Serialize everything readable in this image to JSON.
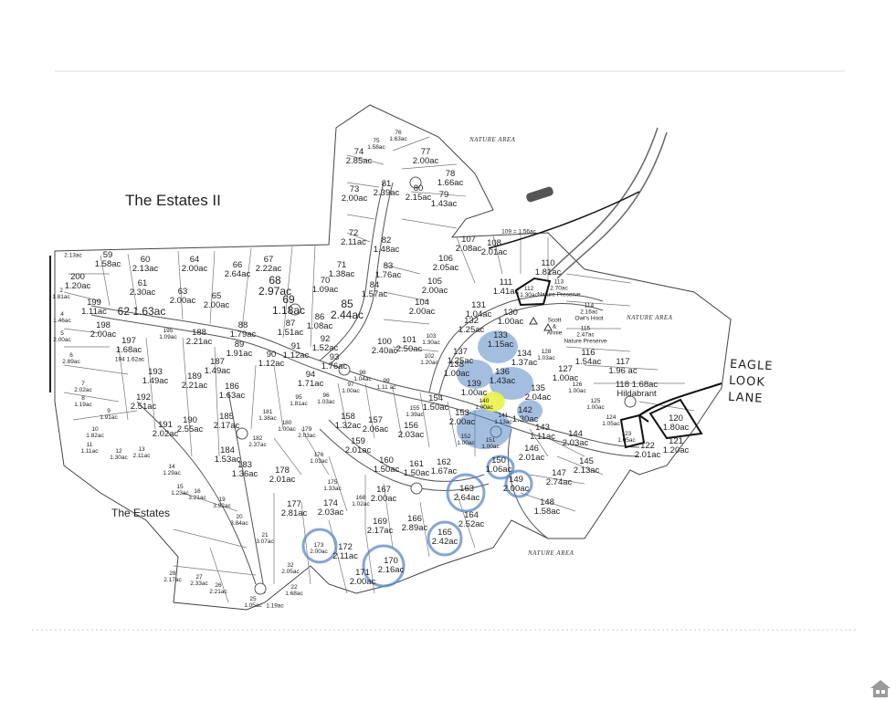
{
  "map": {
    "regions": {
      "estates_ii": "The Estates II",
      "estates": "The Estates"
    },
    "nature_labels": [
      "NATURE AREA",
      "NATURE AREA",
      "NATURE AREA"
    ],
    "annotation": "EAGLE\nLOOK\nLANE",
    "lots": [
      {
        "t": "76\n1.63ac"
      },
      {
        "t": "75\n1.58ac"
      },
      {
        "t": "77\n2.00ac"
      },
      {
        "t": "74\n2.85ac"
      },
      {
        "t": "78\n1.66ac"
      },
      {
        "t": "81\n2.39ac"
      },
      {
        "t": "80\n2.15ac"
      },
      {
        "t": "79\n1.43ac"
      },
      {
        "t": "73\n2.00ac"
      },
      {
        "t": "72\n2.11ac"
      },
      {
        "t": "82\n1.48ac"
      },
      {
        "t": "107\n2.08ac"
      },
      {
        "t": "108\n2.01ac"
      },
      {
        "t": "109 = 1.56ac"
      },
      {
        "t": "59\n1.58ac"
      },
      {
        "t": "60\n2.13ac"
      },
      {
        "t": "64\n2.00ac"
      },
      {
        "t": "66\n2.64ac"
      },
      {
        "t": "67\n2.22ac"
      },
      {
        "t": "71\n1.38ac"
      },
      {
        "t": "83\n1.76ac"
      },
      {
        "t": "68\n2.97ac"
      },
      {
        "t": "70\n1.09ac"
      },
      {
        "t": "84\n1.57ac"
      },
      {
        "t": "106\n2.05ac"
      },
      {
        "t": "110\n1.81ac"
      },
      {
        "t": "200\n1.20ac"
      },
      {
        "t": "61\n2.30ac"
      },
      {
        "t": "63\n2.00ac"
      },
      {
        "t": "65\n2.00ac"
      },
      {
        "t": "69\n1.18ac"
      },
      {
        "t": "85\n2.44ac"
      },
      {
        "t": "105\n2.00ac"
      },
      {
        "t": "111\n1.41ac"
      },
      {
        "t": "112\n1.30ac"
      },
      {
        "t": "113\n2.70ac\nNature Preserve"
      },
      {
        "t": "199\n1.11ac"
      },
      {
        "t": "62 1.63ac"
      },
      {
        "t": "104\n2.00ac"
      },
      {
        "t": "131\n1.04ac"
      },
      {
        "t": "130\n1.00ac"
      },
      {
        "t": "114\n2.16ac\nOwl's Hoot"
      },
      {
        "t": "198\n2.00ac"
      },
      {
        "t": "195\n1.09ac"
      },
      {
        "t": "188\n2.21ac"
      },
      {
        "t": "88\n1.79ac"
      },
      {
        "t": "87\n1.51ac"
      },
      {
        "t": "86\n1.08ac"
      },
      {
        "t": "132\n1.25ac"
      },
      {
        "t": "Scott\n&\nAnnie"
      },
      {
        "t": "115\n2.47ac\nNature Preserve"
      },
      {
        "t": "197\n1.68ac"
      },
      {
        "t": "89\n1.91ac"
      },
      {
        "t": "91\n1.12ac"
      },
      {
        "t": "92\n1.52ac"
      },
      {
        "t": "100\n2.40ac"
      },
      {
        "t": "101\n2.50ac"
      },
      {
        "t": "103\n1.30ac"
      },
      {
        "t": "133\n1.15ac"
      },
      {
        "t": "128\n1.03ac"
      },
      {
        "t": "116\n1.54ac"
      },
      {
        "t": "117\n1.96 ac"
      },
      {
        "t": "194 1.62ac"
      },
      {
        "t": "193\n1.49ac"
      },
      {
        "t": "187\n1.49ac"
      },
      {
        "t": "90\n1.12ac"
      },
      {
        "t": "93\n1.76ac"
      },
      {
        "t": "102\n1.20ac"
      },
      {
        "t": "137\n1.25ac"
      },
      {
        "t": "134\n1.37ac"
      },
      {
        "t": "138\n1.00ac"
      },
      {
        "t": "136\n1.43ac"
      },
      {
        "t": "127\n1.00ac"
      },
      {
        "t": "126\n1.00ac"
      },
      {
        "t": "118 1.68ac\nHildabrant"
      },
      {
        "t": "189\n2.21ac"
      },
      {
        "t": "186\n1.63ac"
      },
      {
        "t": "94\n1.71ac"
      },
      {
        "t": "98\n1.04ac"
      },
      {
        "t": "99\n1.11 ac"
      },
      {
        "t": "97\n1.00ac"
      },
      {
        "t": "95\n1.81ac"
      },
      {
        "t": "96\n1.03ac"
      },
      {
        "t": "139\n1.00ac"
      },
      {
        "t": "140\n1.00ac"
      },
      {
        "t": "135\n2.04ac"
      },
      {
        "t": "125\n1.00ac"
      },
      {
        "t": "192\n2.51ac"
      },
      {
        "t": "154\n1.50ac"
      },
      {
        "t": "155\n1.39ac"
      },
      {
        "t": "142\n1.30ac"
      },
      {
        "t": "141\n1.13ac"
      },
      {
        "t": "124\n1.05ac"
      },
      {
        "t": "120\n1.80ac"
      },
      {
        "t": "185\n2.17ac"
      },
      {
        "t": "181\n1.38ac"
      },
      {
        "t": "158\n1.32ac"
      },
      {
        "t": "157\n2.06ac"
      },
      {
        "t": "153\n2.00ac"
      },
      {
        "t": "143\n1.11ac"
      },
      {
        "t": "144\n2.03ac"
      },
      {
        "t": "121\n1.20ac"
      },
      {
        "t": "191\n2.02ac"
      },
      {
        "t": "190\n2.55ac"
      },
      {
        "t": "180\n1.00ac"
      },
      {
        "t": "179\n2.03ac"
      },
      {
        "t": "156\n2.03ac"
      },
      {
        "t": "152\n1.00ac"
      },
      {
        "t": "151\n1.00ac"
      },
      {
        "t": "123\n1.05ac"
      },
      {
        "t": "122\n2.01ac"
      },
      {
        "t": "182\n2.37ac"
      },
      {
        "t": "159\n2.01ac"
      },
      {
        "t": "146\n2.01ac"
      },
      {
        "t": "184\n1.53ac"
      },
      {
        "t": "176\n1.03ac"
      },
      {
        "t": "150\n1.06ac"
      },
      {
        "t": "145\n2.13ac"
      },
      {
        "t": "183\n1.36ac"
      },
      {
        "t": "178\n2.01ac"
      },
      {
        "t": "160\n1.50ac"
      },
      {
        "t": "161\n1.50ac"
      },
      {
        "t": "162\n1.67ac"
      },
      {
        "t": "147\n2.74ac"
      },
      {
        "t": "175\n1.33ac"
      },
      {
        "t": "149\n2.00ac"
      },
      {
        "t": "167\n2.00ac"
      },
      {
        "t": "163\n2.64ac"
      },
      {
        "t": "168\n1.02ac"
      },
      {
        "t": "148\n1.58ac"
      },
      {
        "t": "177\n2.81ac"
      },
      {
        "t": "174\n2.03ac"
      },
      {
        "t": "164\n2.52ac"
      },
      {
        "t": "169\n2.17ac"
      },
      {
        "t": "166\n2.89ac"
      },
      {
        "t": "165\n2.42ac"
      },
      {
        "t": "173\n2.00ac"
      },
      {
        "t": "172\n2.11ac"
      },
      {
        "t": "170\n2.16ac"
      },
      {
        "t": "171\n2.00ac"
      },
      {
        "t": "2\n1.81ac"
      },
      {
        "t": "4\n1.46ac"
      },
      {
        "t": "5\n2.00ac"
      },
      {
        "t": "6\n2.89ac"
      },
      {
        "t": "7\n2.02ac"
      },
      {
        "t": "8\n1.19ac"
      },
      {
        "t": "9\n1.91ac"
      },
      {
        "t": "10\n1.82ac"
      },
      {
        "t": "11\n1.11ac"
      },
      {
        "t": "12\n1.30ac"
      },
      {
        "t": "13\n2.11ac"
      },
      {
        "t": "14\n1.29ac"
      },
      {
        "t": "15\n1.23ac"
      },
      {
        "t": "16\n3.21ac"
      },
      {
        "t": "19\n3.92ac"
      },
      {
        "t": "20\n3.84ac"
      },
      {
        "t": "21\n3.07ac"
      },
      {
        "t": "32\n2.05ac"
      },
      {
        "t": "28\n2.17ac"
      },
      {
        "t": "27\n2.33ac"
      },
      {
        "t": "26\n2.21ac"
      },
      {
        "t": "22\n1.68ac"
      },
      {
        "t": "25\n1.05ac"
      },
      {
        "t": "1.19ac"
      },
      {
        "t": "2.13ac"
      }
    ]
  }
}
